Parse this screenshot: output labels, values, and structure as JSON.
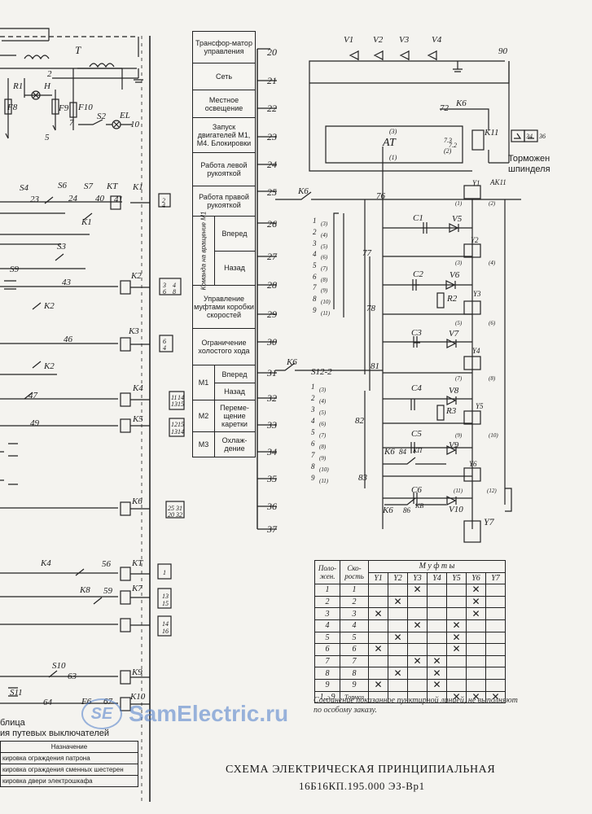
{
  "title": {
    "line1": "СХЕМА ЭЛЕКТРИЧЕСКАЯ ПРИНЦИПИАЛЬНАЯ",
    "line2": "16Б16КП.195.000 ЭЗ-Вр1"
  },
  "legend": {
    "rows": [
      {
        "label": "Трансфор-матор управления",
        "num": "20"
      },
      {
        "label": "Сеть",
        "num": "21"
      },
      {
        "label": "Местное освещение",
        "num": "22"
      },
      {
        "label": "Запуск двигателей М1, М4. Блокировки",
        "num": "23"
      },
      {
        "label": "Работа левой рукояткой",
        "num": "24"
      },
      {
        "label": "Работа правой рукояткой",
        "num": "25"
      },
      {
        "label": "Вперед",
        "num": "26"
      },
      {
        "label": "Назад",
        "num": "27"
      },
      {
        "label": "Управление муфтами коробки скоростей",
        "num": "28"
      },
      {
        "label": "Ограничение холостого хода",
        "num": "29"
      },
      {
        "label": "Вперед",
        "num": "30"
      },
      {
        "label": "Назад",
        "num": "31"
      },
      {
        "label": "Переме-щение каретки",
        "num": "32"
      },
      {
        "label": "Охлаж-дение",
        "num": "33"
      }
    ],
    "extra_nums": [
      "34",
      "35",
      "36",
      "37"
    ],
    "group_rotated": "Команда на вращение М1",
    "motors": [
      "М1",
      "М2",
      "М3"
    ]
  },
  "top": {
    "transformer": "T",
    "rail_right": "90",
    "diodes": [
      "V1",
      "V2",
      "V3",
      "V4"
    ],
    "relay_k6_top": "К6",
    "relay_k11": "К11",
    "num_72": "72",
    "at_label": "АТ",
    "at_pins": [
      "(3)",
      "(2)",
      "(1)"
    ],
    "at_taps": [
      "7.3",
      "7.2"
    ],
    "brake_label": "Торможен шпинделя",
    "brake_cells": [
      "34",
      "36"
    ]
  },
  "left_labels": {
    "r1": "R1",
    "h": "H",
    "f8": "F8",
    "f9": "F9",
    "f10": "F10",
    "s2": "S2",
    "el": "EL",
    "n2": "2",
    "n5": "5",
    "n7": "7",
    "n10": "10",
    "s4": "S4",
    "s6": "S6",
    "s7": "S7",
    "kt": "КТ",
    "k1": "К1",
    "n23": "23",
    "n24": "24",
    "n40": "40",
    "n41": "41",
    "k1b": "К1",
    "s3": "S3",
    "s9": "S9",
    "k2": "К2",
    "n43": "43",
    "k2b": "К2",
    "k3": "К3",
    "n46": "46",
    "k2c": "К2",
    "k4": "К4",
    "n47": "47",
    "k5": "К5",
    "n49": "49",
    "k6": "К6",
    "k4b": "К4",
    "n56": "56",
    "kt2": "КТ",
    "k8": "К8",
    "n59": "59",
    "k7": "К7",
    "s10": "S10",
    "n63": "63",
    "k9": "К9",
    "s11": "S11",
    "n64": "64",
    "f6": "F6",
    "n67": "67",
    "k10": "К10"
  },
  "contact_refs": {
    "k1": [
      "2",
      "4"
    ],
    "k2": [
      "3",
      "4",
      "6",
      "8"
    ],
    "k3": [
      "6",
      "4"
    ],
    "k4": [
      "11",
      "13",
      "14",
      "15"
    ],
    "k5": [
      "12",
      "13",
      "15",
      "14"
    ],
    "k6": [
      "25",
      "31",
      "20",
      "32"
    ],
    "kt": [
      "1"
    ],
    "k7": [
      "13",
      "15"
    ],
    "k8": [
      "14",
      "16"
    ]
  },
  "right_labels": {
    "k6a": "К6",
    "n76": "76",
    "n77": "77",
    "n78": "78",
    "n81": "81",
    "n82": "82",
    "n83": "83",
    "k6b": "К6",
    "s12": "S12-2",
    "c1": "C1",
    "c2": "C2",
    "c3": "C3",
    "c4": "C4",
    "c5": "C5",
    "c6": "C6",
    "v5": "V5",
    "v6": "V6",
    "v7": "V7",
    "v8": "V8",
    "v9": "V9",
    "v10": "V10",
    "r2": "R2",
    "r3": "R3",
    "y1": "Y1",
    "y2": "Y2",
    "y3": "Y3",
    "y4": "Y4",
    "y5": "Y5",
    "y6": "Y6",
    "y7": "Y7",
    "k6c": "К6",
    "k6d": "К6",
    "n84": "84",
    "n86": "86",
    "kp": "КП",
    "kb": "КВ",
    "ak11": "АК11",
    "pos_top": [
      "1",
      "2",
      "3",
      "4",
      "5",
      "6",
      "7",
      "8",
      "9"
    ],
    "pos_top_p": [
      "(3)",
      "(4)",
      "(5)",
      "(6)",
      "(7)",
      "(8)",
      "(9)",
      "(10)",
      "(11)"
    ],
    "pos_bot": [
      "1",
      "2",
      "3",
      "4",
      "5",
      "6",
      "7",
      "8",
      "9"
    ],
    "pos_bot_p": [
      "(3)",
      "(4)",
      "(5)",
      "(6)",
      "(7)",
      "(8)",
      "(9)",
      "(10)",
      "(11)"
    ],
    "yp": [
      "(1)",
      "(2)",
      "(3)",
      "(4)",
      "(5)",
      "(6)",
      "(7)",
      "(8)",
      "(9)",
      "(10)",
      "(11)",
      "(12)"
    ]
  },
  "clutch_table": {
    "h_pos": "Поло-жен.",
    "h_speed": "Ско-рость",
    "h_group": "М у ф т ы",
    "cols": [
      "Y1",
      "Y2",
      "Y3",
      "Y4",
      "Y5",
      "Y6",
      "Y7"
    ],
    "mark": "✕",
    "rows": [
      {
        "pos": "1",
        "speed": "1",
        "marks": [
          0,
          0,
          1,
          0,
          0,
          1,
          0
        ]
      },
      {
        "pos": "2",
        "speed": "2",
        "marks": [
          0,
          1,
          0,
          0,
          0,
          1,
          0
        ]
      },
      {
        "pos": "3",
        "speed": "3",
        "marks": [
          1,
          0,
          0,
          0,
          0,
          1,
          0
        ]
      },
      {
        "pos": "4",
        "speed": "4",
        "marks": [
          0,
          0,
          1,
          0,
          1,
          0,
          0
        ]
      },
      {
        "pos": "5",
        "speed": "5",
        "marks": [
          0,
          1,
          0,
          0,
          1,
          0,
          0
        ]
      },
      {
        "pos": "6",
        "speed": "6",
        "marks": [
          1,
          0,
          0,
          0,
          1,
          0,
          0
        ]
      },
      {
        "pos": "7",
        "speed": "7",
        "marks": [
          0,
          0,
          1,
          1,
          0,
          0,
          0
        ]
      },
      {
        "pos": "8",
        "speed": "8",
        "marks": [
          0,
          1,
          0,
          1,
          0,
          0,
          0
        ]
      },
      {
        "pos": "9",
        "speed": "9",
        "marks": [
          1,
          0,
          0,
          1,
          0,
          0,
          0
        ]
      },
      {
        "pos": "1…9",
        "speed": "Тормоз",
        "marks": [
          0,
          0,
          0,
          0,
          1,
          1,
          1
        ]
      }
    ],
    "footnote": "Соединение показанное пунктирной линией, не выполняют по особому заказу."
  },
  "switch_table": {
    "title1": "блица",
    "title2": "ия путевых выключателей",
    "header": "Назначение",
    "rows": [
      "кировка ограждения патрона",
      "кировка ограждения сменных шестерен",
      "кировка двери электрошкафа"
    ]
  },
  "watermark": {
    "logo": "SE",
    "text": "SamElectric.ru"
  }
}
